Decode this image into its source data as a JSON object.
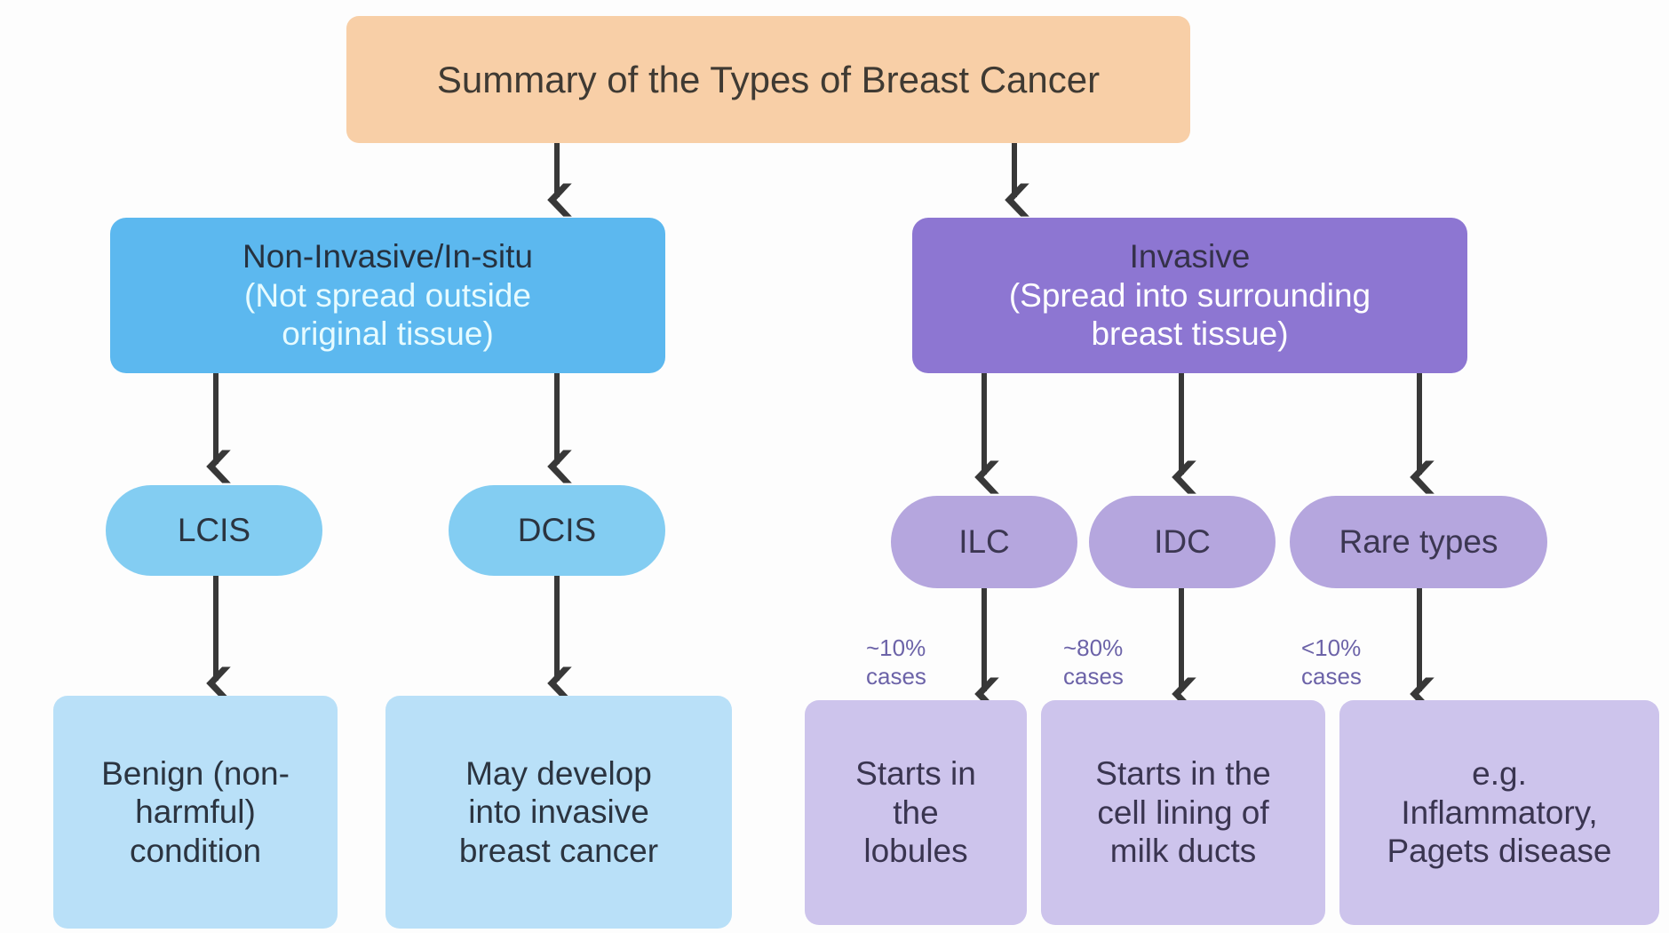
{
  "diagram": {
    "title": "Summary of the Types of Breast Cancer",
    "colors": {
      "title_bg": "#f8cfa7",
      "title_text": "#3f3a33",
      "noninvasive_bg": "#5cb8ef",
      "noninvasive_pill_bg": "#83cdf2",
      "noninvasive_leaf_bg": "#b9e0f8",
      "invasive_bg": "#8d76d2",
      "invasive_pill_bg": "#b5a6de",
      "invasive_leaf_bg": "#cdc4ec",
      "edge_label_text": "#6c63a8",
      "arrow": "#383838",
      "dark_text": "#2b3440",
      "light_text": "#ffffff",
      "background": "#fdfdfd"
    },
    "branches": {
      "noninvasive": {
        "header": "Non-Invasive/In-situ",
        "subtitle_line1": "(Not spread outside",
        "subtitle_line2": "original tissue)",
        "children": [
          {
            "pill": "LCIS",
            "edge_label": "",
            "leaf_line1": "Benign  (non-",
            "leaf_line2": "harmful)",
            "leaf_line3": "condition"
          },
          {
            "pill": "DCIS",
            "edge_label": "",
            "leaf_line1": "May develop",
            "leaf_line2": "into invasive",
            "leaf_line3": "breast cancer"
          }
        ]
      },
      "invasive": {
        "header": "Invasive",
        "subtitle_line1": "(Spread into surrounding",
        "subtitle_line2": "breast tissue)",
        "children": [
          {
            "pill": "ILC",
            "edge_label_line1": "~10%",
            "edge_label_line2": "cases",
            "leaf_line1": "Starts in",
            "leaf_line2": "the",
            "leaf_line3": "lobules"
          },
          {
            "pill": "IDC",
            "edge_label_line1": "~80%",
            "edge_label_line2": "cases",
            "leaf_line1": "Starts in the",
            "leaf_line2": "cell lining of",
            "leaf_line3": "milk ducts"
          },
          {
            "pill": "Rare types",
            "edge_label_line1": "<10%",
            "edge_label_line2": "cases",
            "leaf_line1": "e.g.",
            "leaf_line2": "Inflammatory,",
            "leaf_line3": "Pagets disease"
          }
        ]
      }
    }
  }
}
